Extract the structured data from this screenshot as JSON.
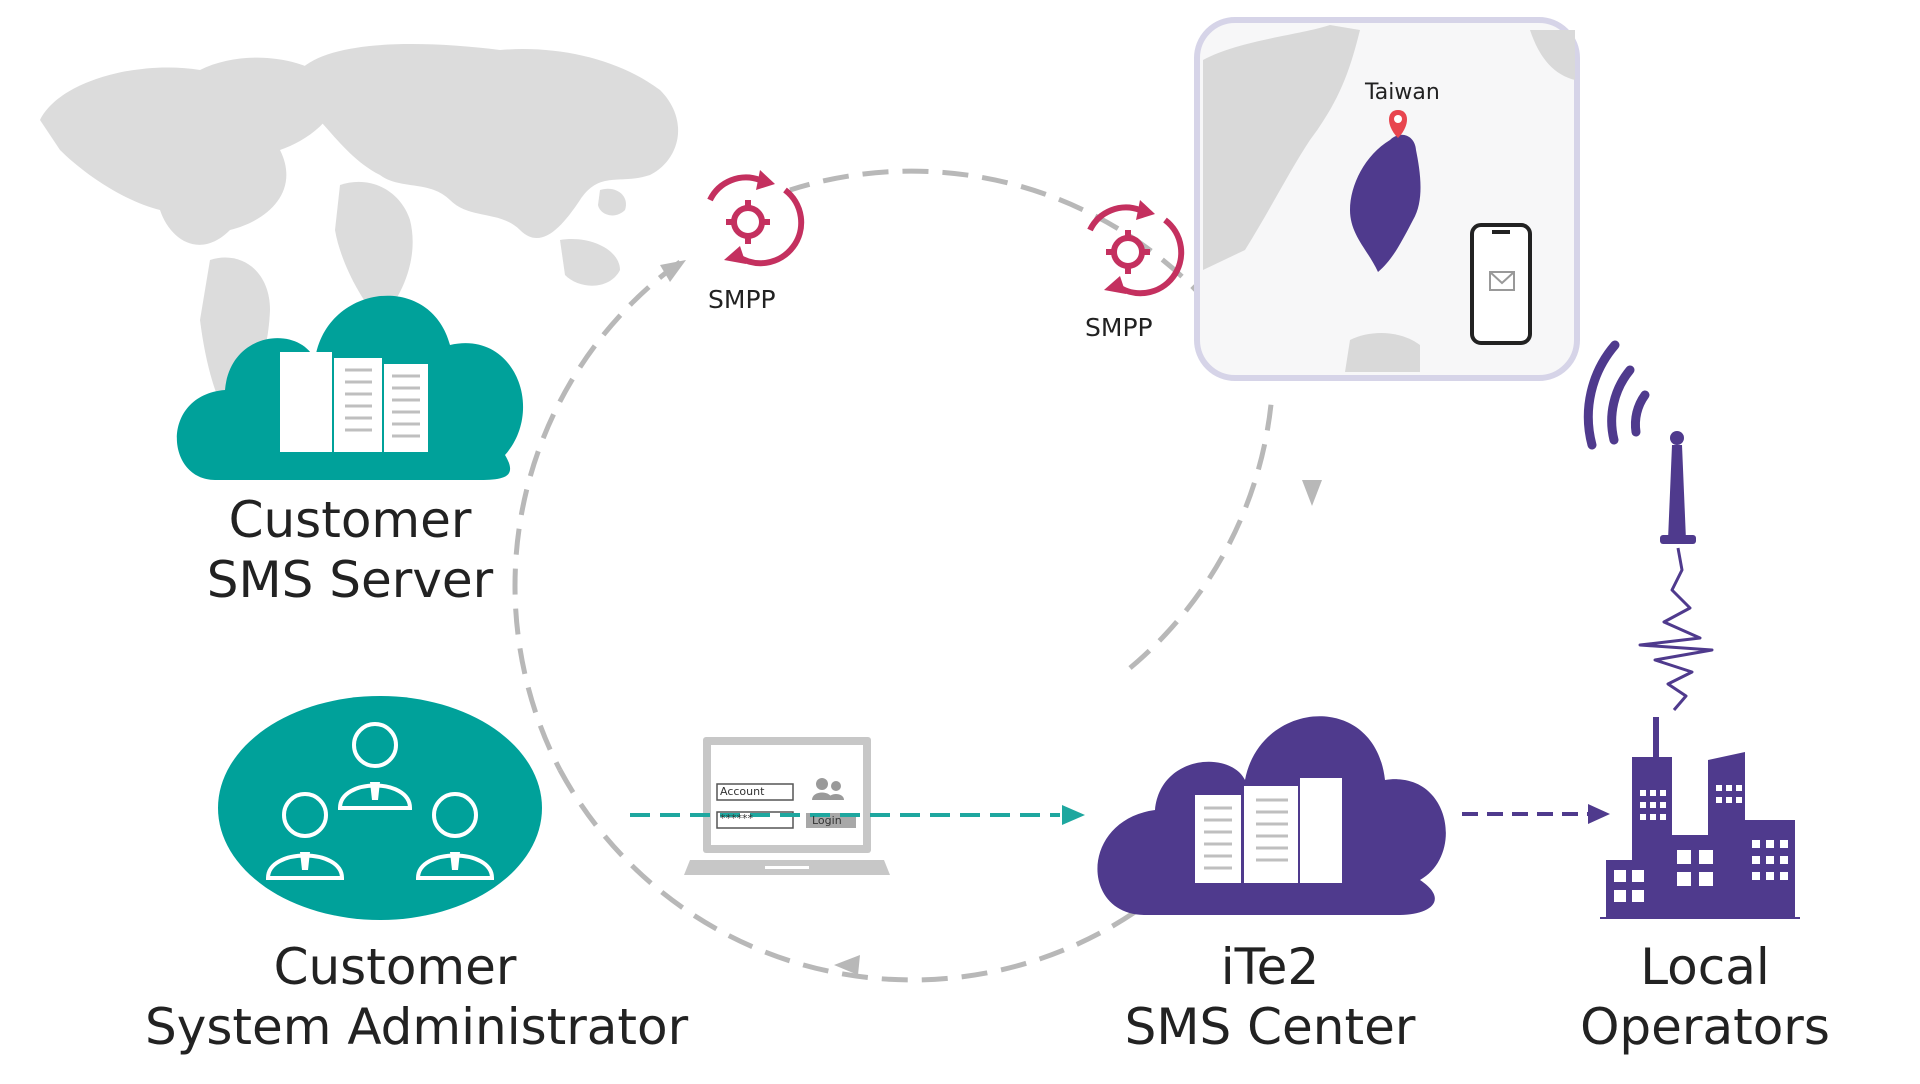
{
  "labels": {
    "customer_server": [
      "Customer",
      "SMS Server"
    ],
    "customer_admin": [
      "Customer",
      "System Administrator"
    ],
    "sms_center": [
      "iTe2",
      "SMS Center"
    ],
    "local_operators": [
      "Local",
      "Operators"
    ]
  },
  "protocol_labels": [
    "SMPP",
    "SMPP"
  ],
  "map_label": "Taiwan",
  "login_form": {
    "account_placeholder": "Account",
    "password_mask": "******",
    "login_button": "Login"
  },
  "colors": {
    "teal": "#00a19a",
    "purple": "#4f3a8d",
    "smpp_red": "#c4305f",
    "map_grey": "#d9d9d9",
    "connector_grey": "#b8b8b8",
    "teal_arrow": "#1ea79f",
    "purple_arrow": "#4f3a8d"
  },
  "icons": [
    "world-map-icon",
    "cloud-server-icon",
    "users-group-icon",
    "laptop-login-icon",
    "smpp-sync-icon",
    "taiwan-map-icon",
    "smartphone-message-icon",
    "antenna-signal-icon",
    "city-buildings-icon"
  ]
}
